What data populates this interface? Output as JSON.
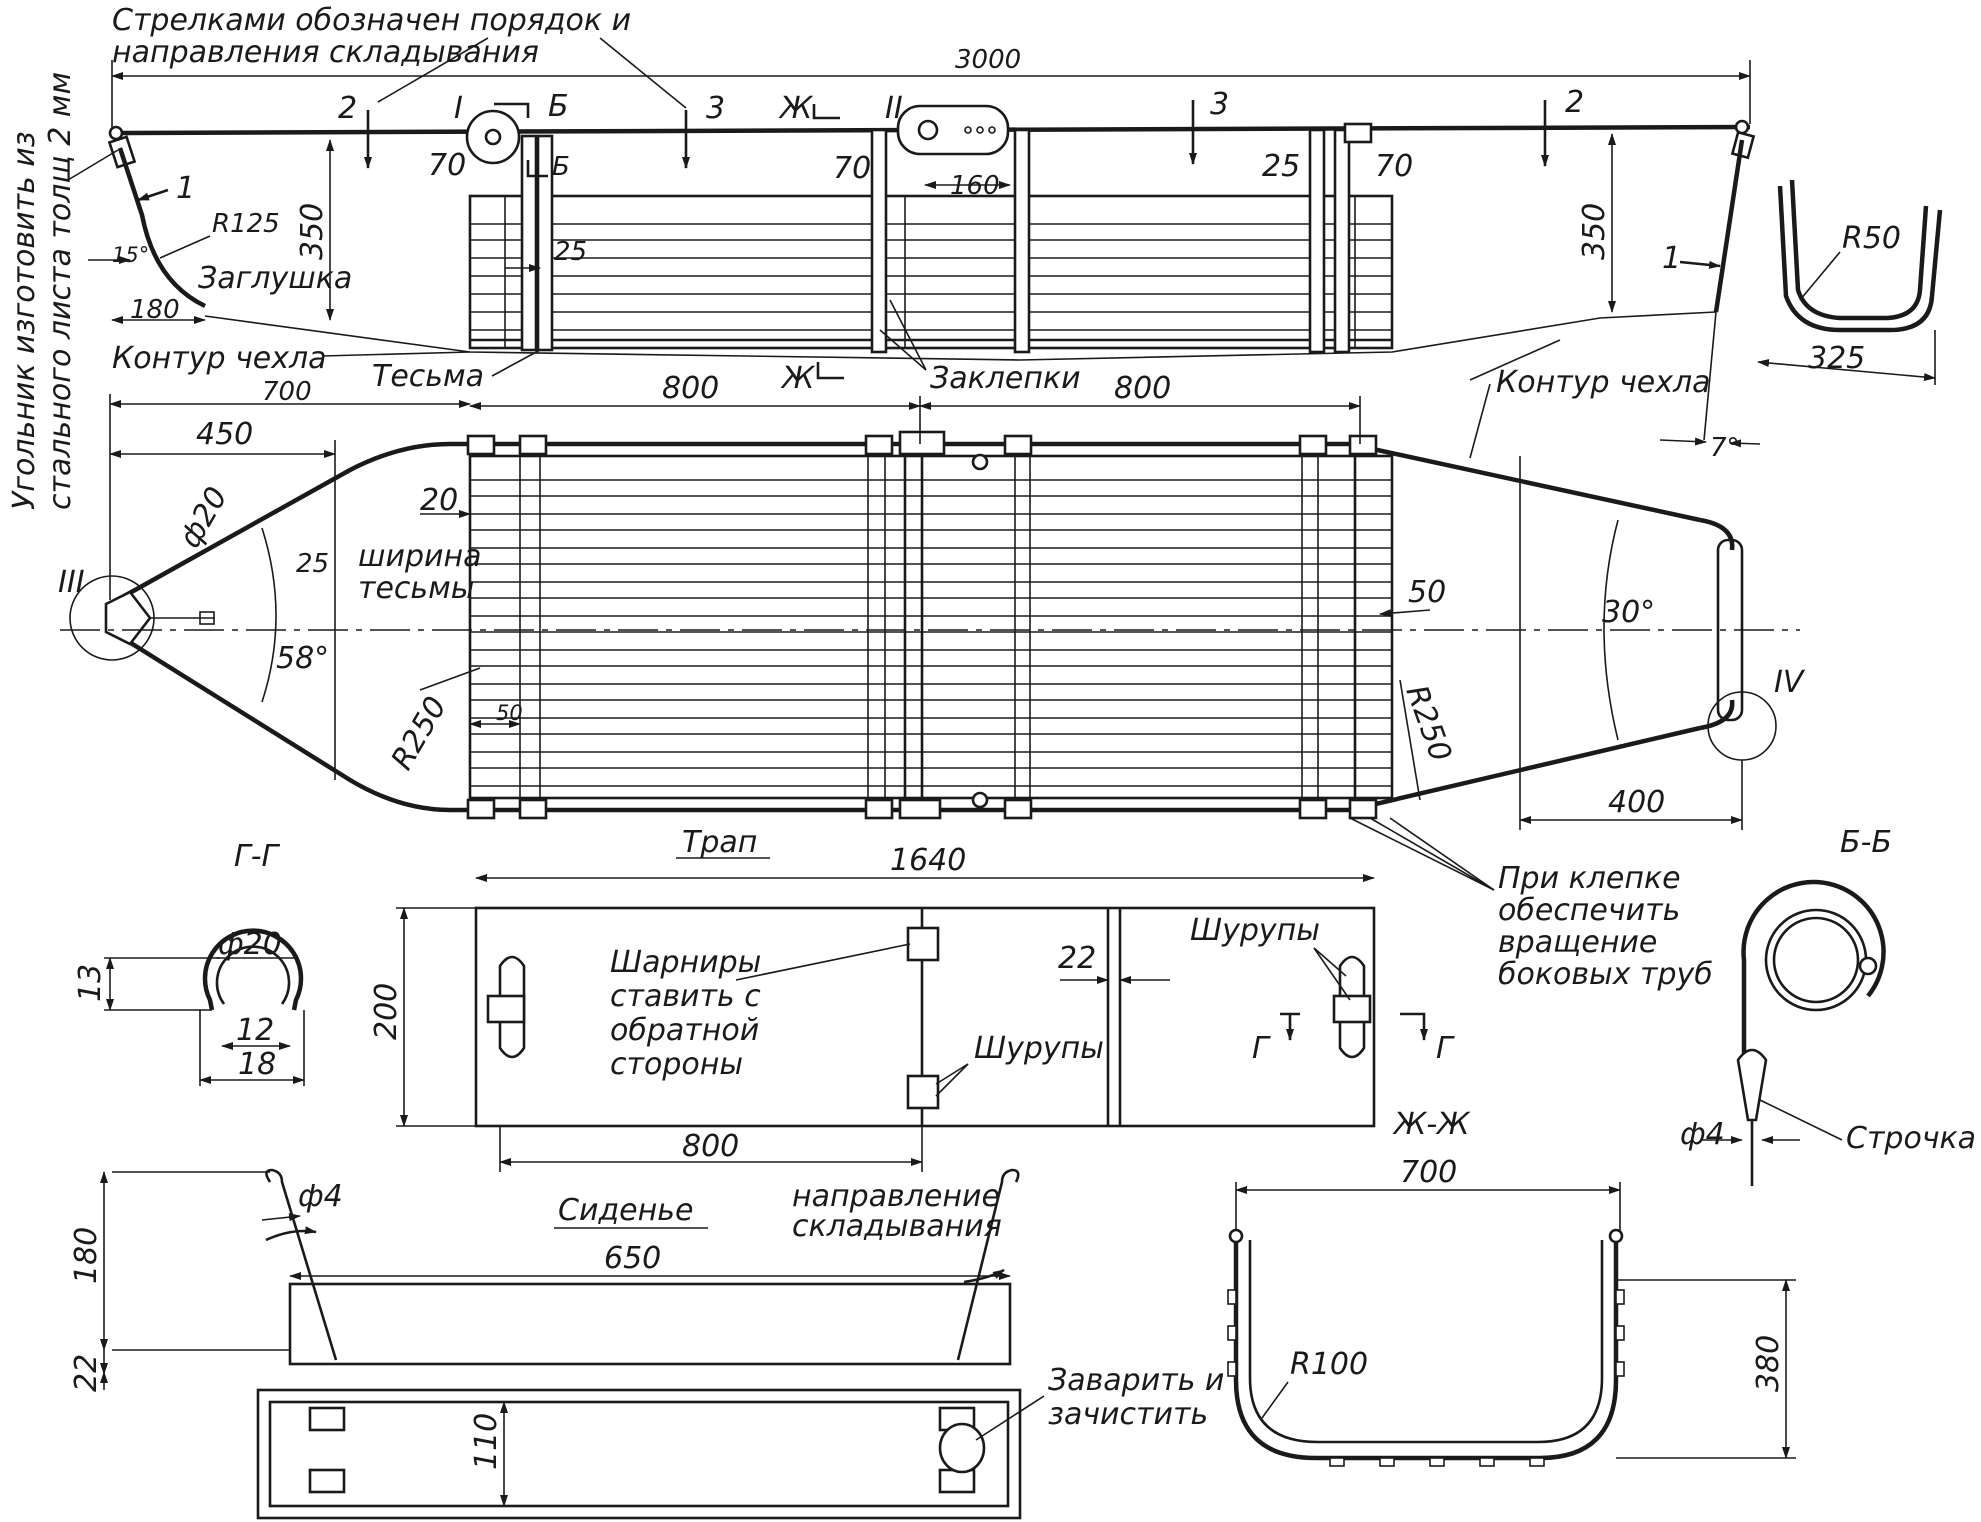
{
  "notes": {
    "arrows": [
      "Стрелками обозначен порядок и",
      "направления складывания"
    ],
    "corner": [
      "Угольник изготовить из",
      "стального листа толщ 2 мм"
    ],
    "cover_left": "Контур чехла",
    "cover_right": "Контур чехла",
    "tape": "Тесьма",
    "rivets": "Заклепки",
    "plug": "Заглушка",
    "tape_width": [
      "ширина",
      "тесьмы"
    ],
    "riveting": [
      "При клепке",
      "обеспечить",
      "вращение",
      "боковых труб"
    ],
    "hinges": [
      "Шарниры",
      "ставить с",
      "обратной",
      "стороны"
    ],
    "screws_1": "Шурупы",
    "screws_2": "Шурупы",
    "fold_dir": [
      "направление",
      "складывания"
    ],
    "weld": [
      "Заварить и",
      "зачистить"
    ],
    "stitch": "Строчка"
  },
  "section_labels": {
    "trap": "Трап",
    "seat": "Сиденье",
    "gg": "Г-Г",
    "bb": "Б-Б",
    "zhzh": "Ж-Ж",
    "g_left": "Г",
    "g_right": "Г",
    "b_top": "Б",
    "b_bot": "Б",
    "zh_top": "Ж",
    "zh_bot": "Ж"
  },
  "node_labels": {
    "n1": "I",
    "n2": "II",
    "n3": "III",
    "n4": "IV"
  },
  "fold_marks": [
    "2",
    "3",
    "3",
    "2",
    "1",
    "1"
  ],
  "dims": {
    "d3000": "3000",
    "d350a": "350",
    "d350b": "350",
    "d70a": "70",
    "d70b": "70",
    "d70c": "70",
    "d160": "160",
    "d25a": "25",
    "d25b": "25",
    "d25c": "25",
    "r125": "R125",
    "a15": "15°",
    "d180": "180",
    "r50": "R50",
    "d325": "325",
    "a7": "7°",
    "d700a": "700",
    "d450": "450",
    "d800a": "800",
    "d800b": "800",
    "phi20a": "ф20",
    "d20": "20",
    "a58": "58°",
    "r250a": "R250",
    "d50a": "50",
    "d50b": "50",
    "a30": "30°",
    "r250b": "R250",
    "d400": "400",
    "d1640": "1640",
    "d200": "200",
    "d22a": "22",
    "d800c": "800",
    "d13": "13",
    "phi20b": "ф20",
    "d12": "12",
    "d18": "18",
    "phi4a": "ф4",
    "d180b": "180",
    "d650": "650",
    "d22b": "22",
    "d110": "110",
    "d700b": "700",
    "r100": "R100",
    "d380": "380",
    "phi4b": "ф4"
  }
}
